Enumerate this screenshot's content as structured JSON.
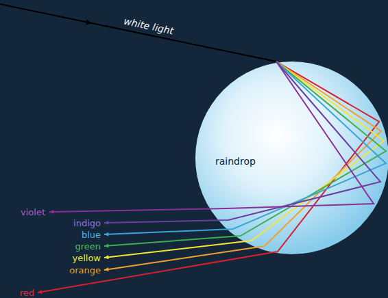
{
  "diagram": {
    "nodes": [
      {
        "text": [
          "raindrop"
        ]
      }
    ],
    "labels": [
      "white light",
      "violet",
      "indigo",
      "blue",
      "green",
      "yellow",
      "orange",
      "red"
    ]
  }
}
